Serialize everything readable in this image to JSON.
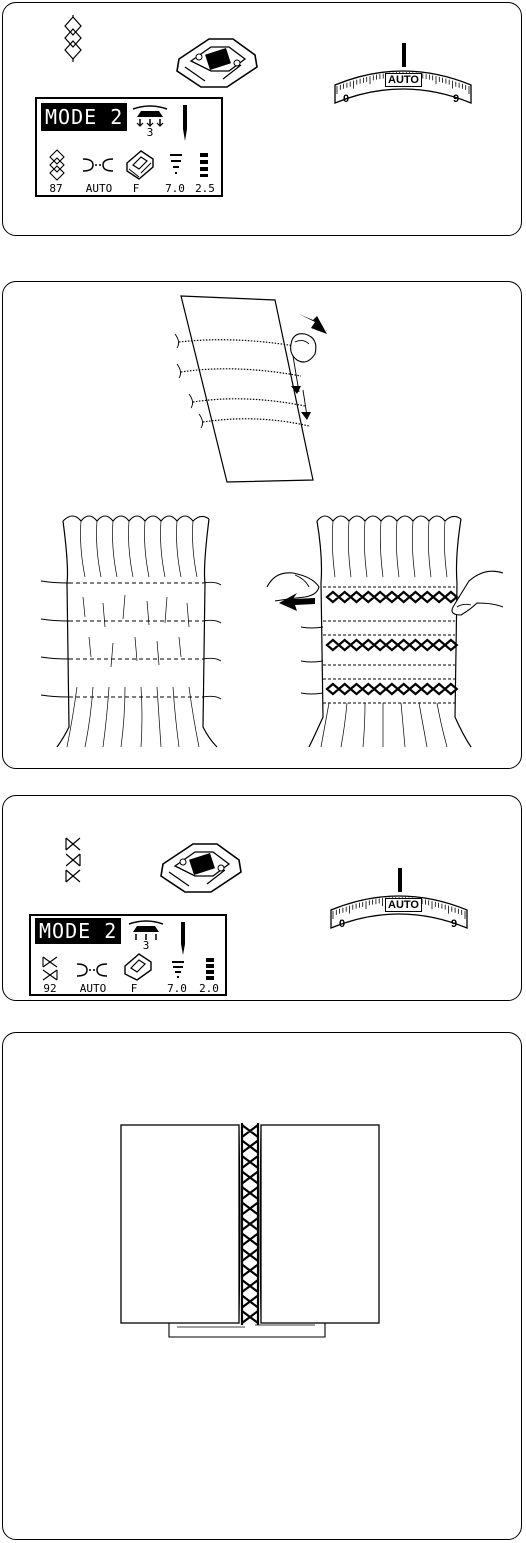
{
  "panel1": {
    "lcd": {
      "mode": "MODE 2",
      "tension": "3",
      "pattern_number": "87",
      "thread_setting": "AUTO",
      "foot": "F",
      "width": "7.0",
      "length": "2.5"
    },
    "dial": {
      "min_label": "0",
      "auto_label": "AUTO",
      "max_label": "9"
    }
  },
  "panel3": {
    "lcd": {
      "mode": "MODE 2",
      "tension": "3",
      "pattern_number": "92",
      "thread_setting": "AUTO",
      "foot": "F",
      "width": "7.0",
      "length": "2.0"
    },
    "dial": {
      "min_label": "0",
      "auto_label": "AUTO",
      "max_label": "9"
    }
  }
}
